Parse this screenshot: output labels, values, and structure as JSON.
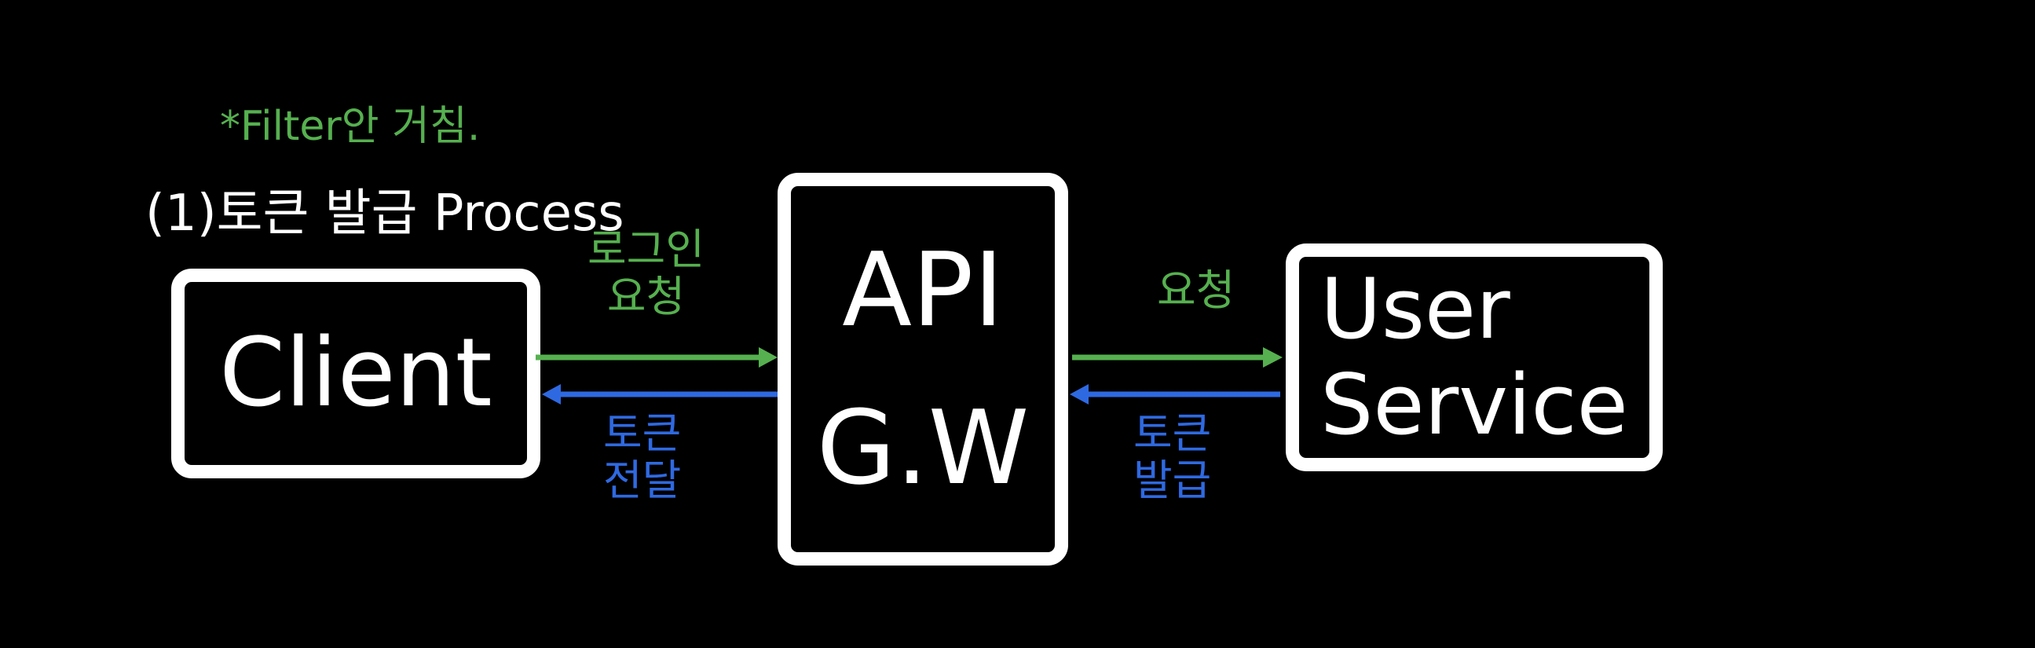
{
  "diagram": {
    "note": "*Filter안 거침.",
    "title": "(1)토큰 발급 Process",
    "nodes": {
      "client": "Client",
      "gateway": "API\nG.W",
      "user_service": "User\nService"
    },
    "edges": {
      "client_to_gateway": "로그인\n요청",
      "gateway_to_client": "토큰\n전달",
      "gateway_to_user": "요청",
      "user_to_gateway": "토큰\n발급"
    },
    "colors": {
      "request": "#56b04f",
      "response": "#2f69e1",
      "note": "#56b04f",
      "box": "#ffffff",
      "background": "#000000"
    }
  }
}
